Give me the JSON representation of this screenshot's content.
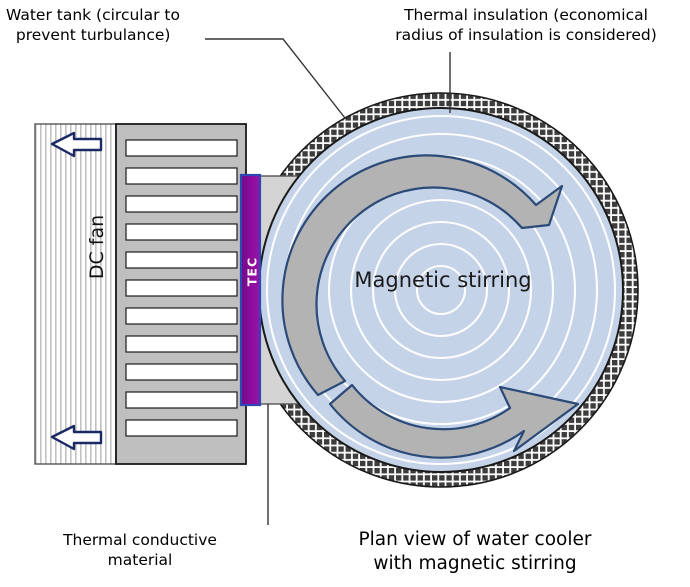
{
  "diagram": {
    "title": "Plan view of water cooler with magnetic stirring",
    "caption_line1": "Plan view of water cooler",
    "caption_line2": "with magnetic stirring",
    "labels": {
      "water_tank_line1": "Water tank (circular to",
      "water_tank_line2": "  prevent turbulance)",
      "insulation_line1": "Thermal insulation (economical",
      "insulation_line2": "radius of insulation is considered)",
      "thermal_material_line1": "Thermal conductive",
      "thermal_material_line2": "material",
      "magnetic_stirring": "Magnetic stirring",
      "dc_fan": "DC fan",
      "tec": "TEC"
    },
    "colors": {
      "water": "#c5d3e8",
      "insulation_dark": "#3d3d3d",
      "insulation_light": "#ffffff",
      "tec_purple_top": "#7d0a8c",
      "tec_purple_bottom": "#8e0f9c",
      "tec_border": "#2f46b5",
      "heatsink_gray": "#bfbfbf",
      "thermal_material_gray": "#d4d4d4",
      "arrow_fill": "#b3b3b3",
      "arrow_outline": "#2b4a78",
      "fan_stripe": "#bfbfbf",
      "outline": "#1a1a1a",
      "ripple": "#ffffff"
    },
    "components": [
      {
        "name": "dc-fan",
        "label": "DC fan"
      },
      {
        "name": "heatsink",
        "label": ""
      },
      {
        "name": "tec-module",
        "label": "TEC"
      },
      {
        "name": "thermal-conductive-material",
        "label": "Thermal conductive material"
      },
      {
        "name": "water-tank",
        "label": "Water tank (circular to prevent turbulance)"
      },
      {
        "name": "thermal-insulation",
        "label": "Thermal insulation (economical radius of insulation is considered)"
      },
      {
        "name": "magnetic-stirring",
        "label": "Magnetic stirring"
      }
    ],
    "airflow_arrows": 2,
    "stirring_arrows": 2,
    "heatsink_fins": 11,
    "ripple_circles": 9
  }
}
